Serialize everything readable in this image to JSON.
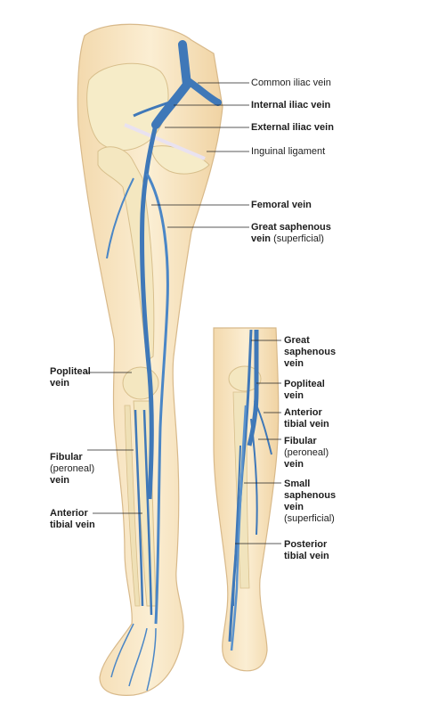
{
  "labels": {
    "common_iliac": "Common iliac vein",
    "internal_iliac": "Internal iliac vein",
    "external_iliac": "External iliac vein",
    "inguinal": "Inguinal ligament",
    "femoral": "Femoral vein",
    "gsv_line1": "Great saphenous",
    "gsv_line2": "vein",
    "gsv_line2_note": "(superficial)",
    "popliteal_left_1": "Popliteal",
    "popliteal_left_2": "vein",
    "fibular_left_1": "Fibular",
    "fibular_left_2": "(peroneal)",
    "fibular_left_3": "vein",
    "anterior_left_1": "Anterior",
    "anterior_left_2": "tibial vein",
    "gsv_post_1": "Great",
    "gsv_post_2": "saphenous",
    "gsv_post_3": "vein",
    "popliteal_post_1": "Popliteal",
    "popliteal_post_2": "vein",
    "anterior_post_1": "Anterior",
    "anterior_post_2": "tibial vein",
    "fibular_post_1": "Fibular",
    "fibular_post_2": "(peroneal)",
    "fibular_post_3": "vein",
    "ssv_1": "Small",
    "ssv_2": "saphenous",
    "ssv_3": "vein",
    "ssv_4": "(superficial)",
    "posterior_1": "Posterior",
    "posterior_2": "tibial vein"
  },
  "colors": {
    "skin": "#f8e6c4",
    "bone": "#f6ecc8",
    "vein": "#3f78b8",
    "vein_light": "#6fa0d6",
    "leader": "#222222"
  }
}
